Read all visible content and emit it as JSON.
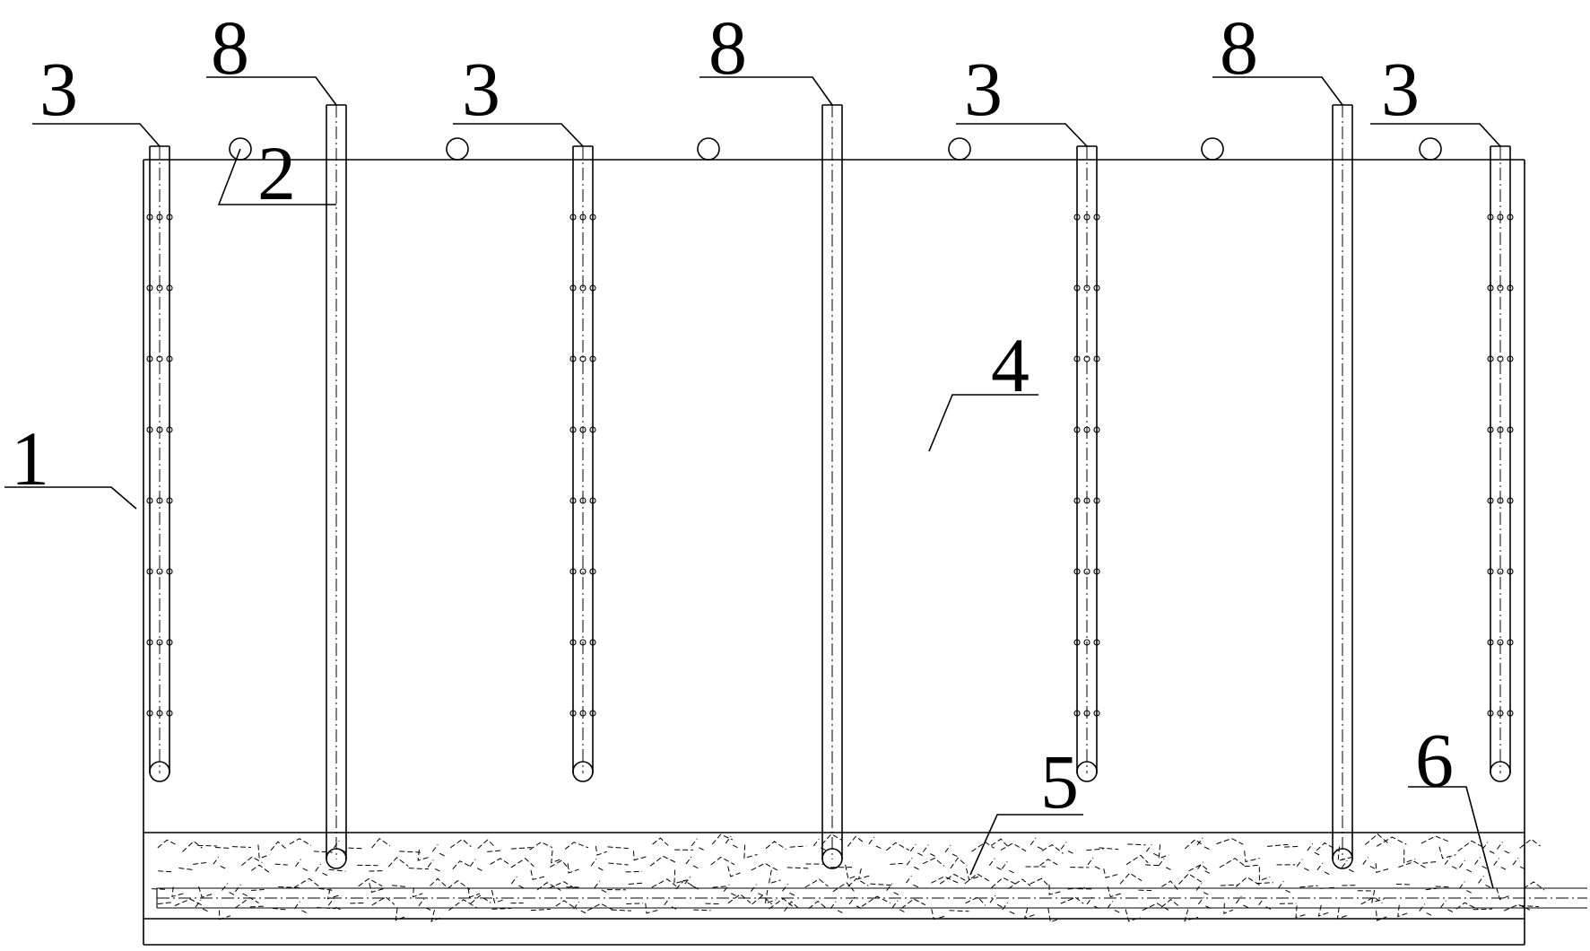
{
  "diagram": {
    "labels": {
      "tank": "1",
      "ring": "2",
      "perforated_pipe": "3",
      "fill_body": "4",
      "gravel_layer": "5",
      "drain_pipe": "6",
      "riser_pipe": "8"
    }
  }
}
